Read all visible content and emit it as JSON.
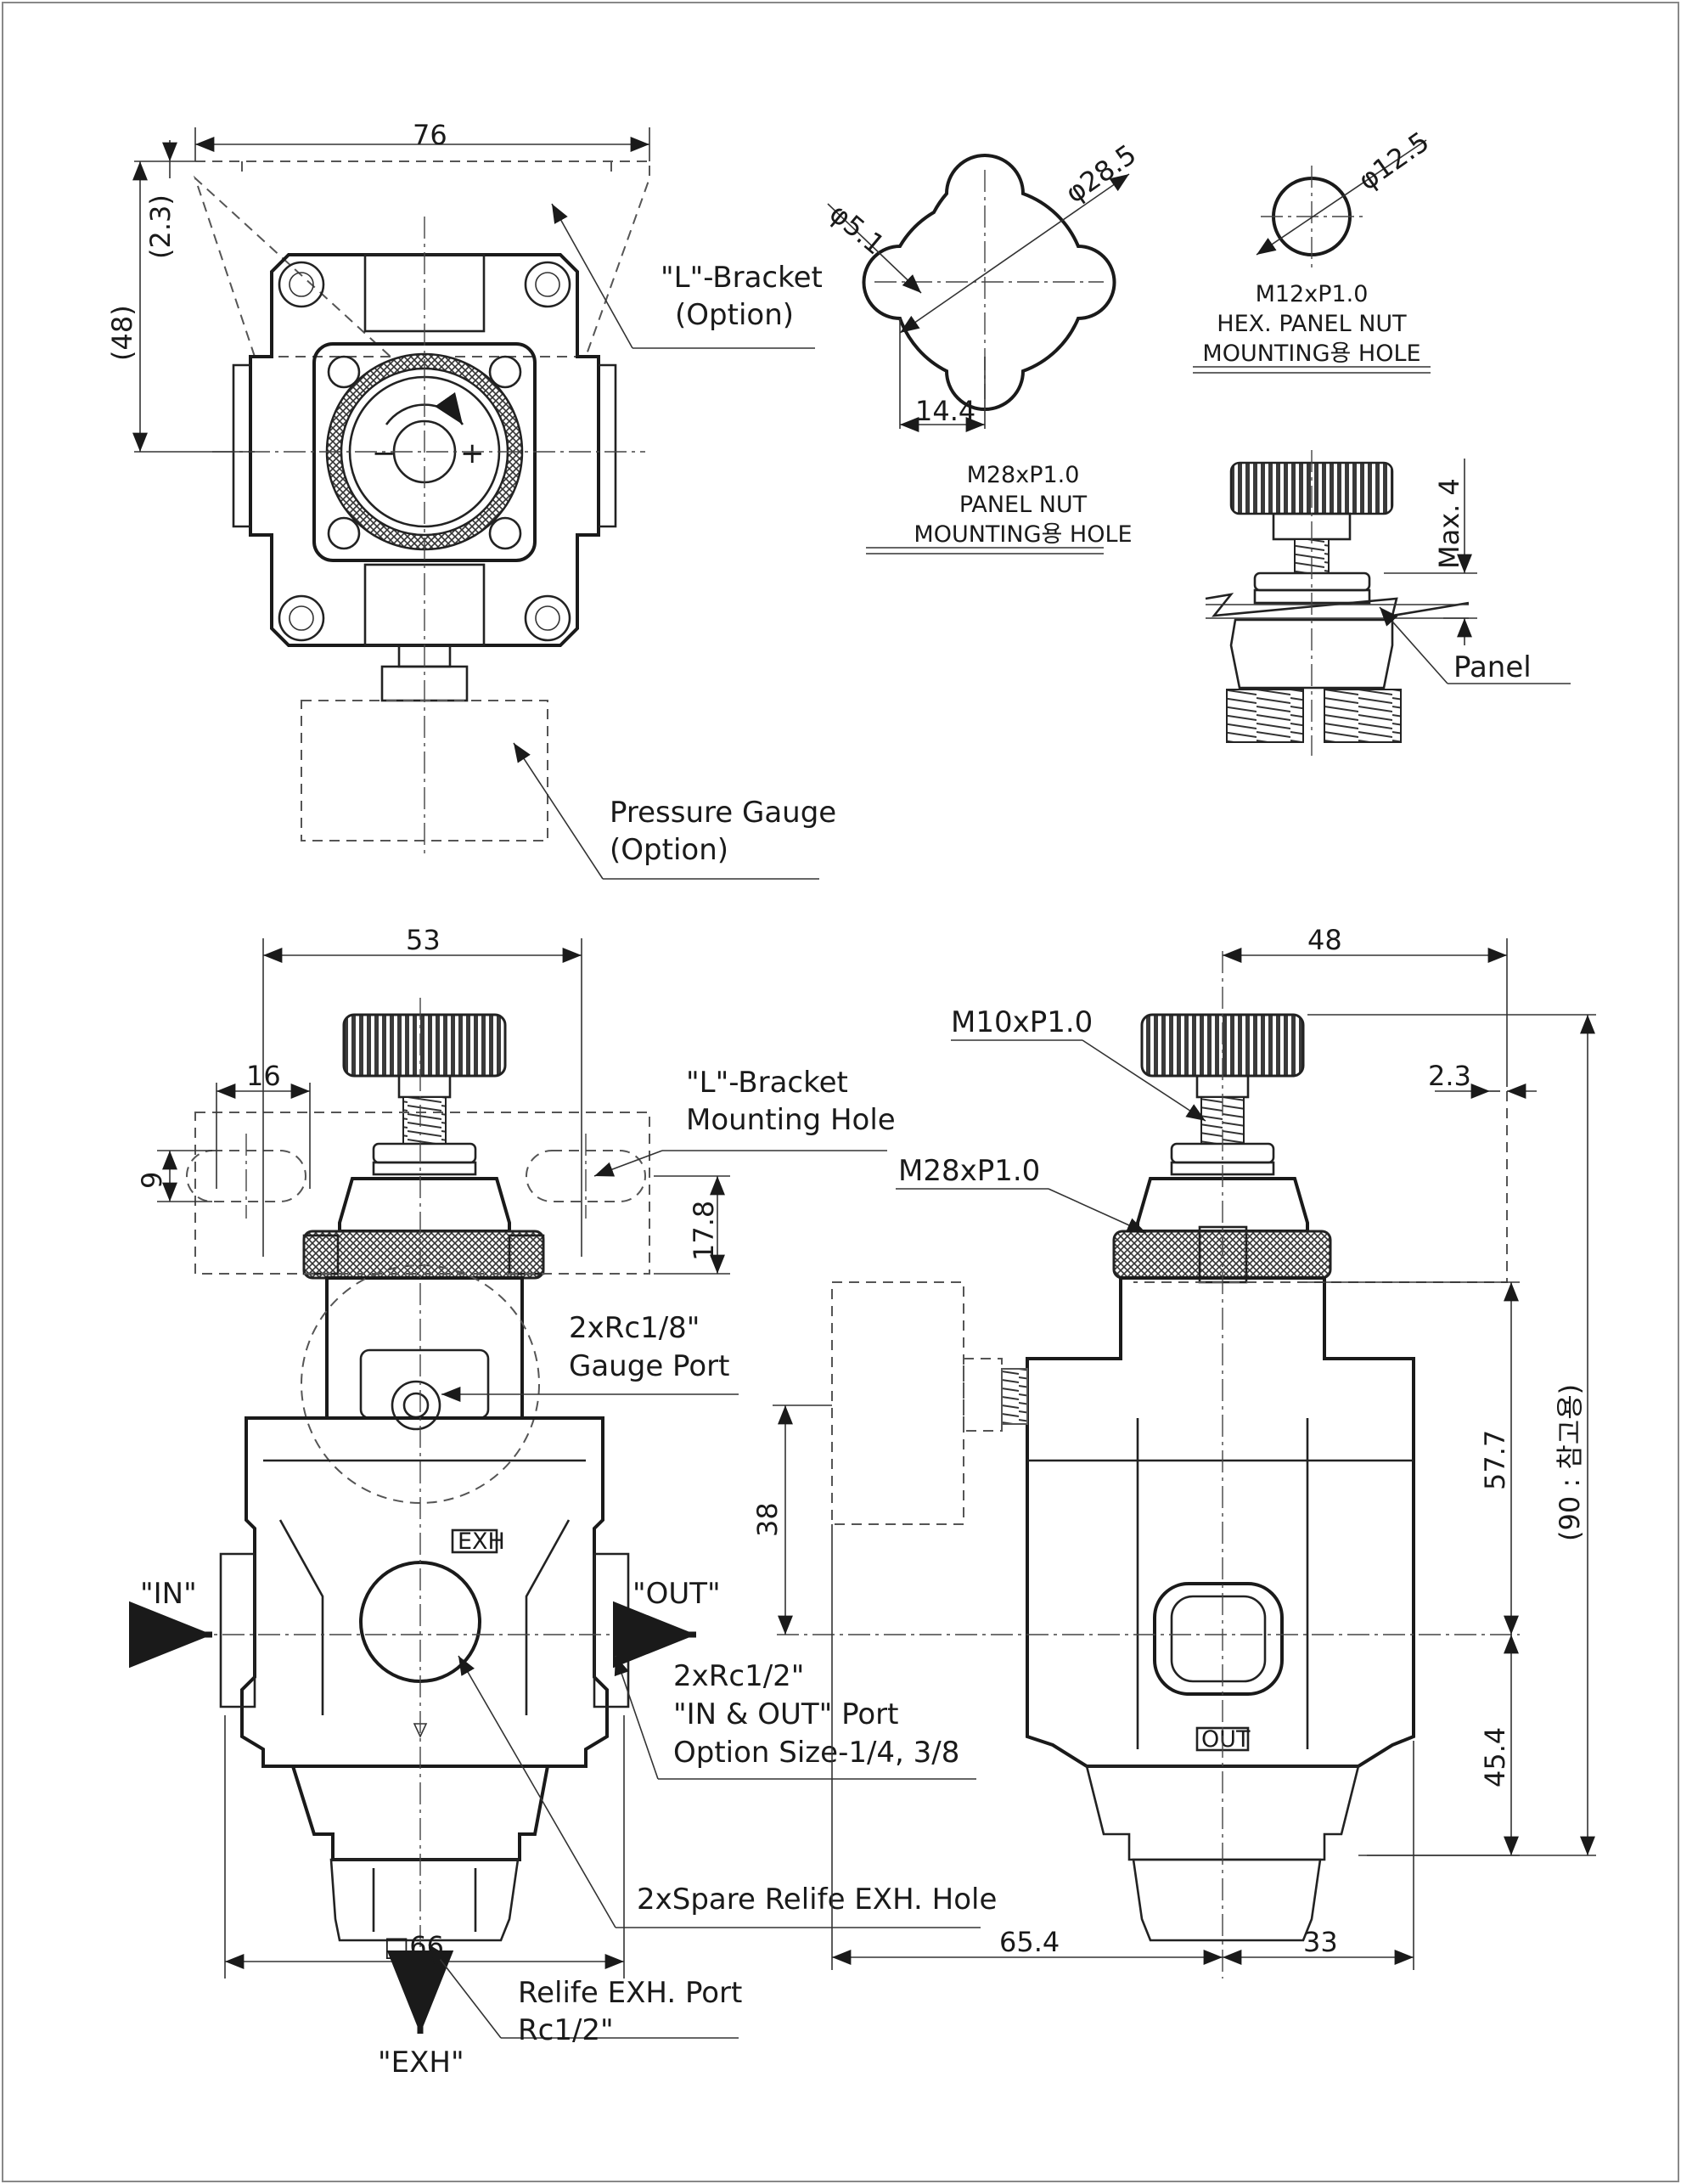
{
  "top_view": {
    "dim_width": "76",
    "dim_offset": "(2.3)",
    "dim_height": "(48)",
    "callout_bracket_line1": "\"L\"-Bracket",
    "callout_bracket_line2": "(Option)",
    "callout_gauge_line1": "Pressure Gauge",
    "callout_gauge_line2": "(Option)"
  },
  "panel_hole_m28": {
    "dim_slot": "φ5.1",
    "dim_dia": "φ28.5",
    "dim_width": "14.4",
    "line1": "M28xP1.0",
    "line2": "PANEL NUT",
    "line3": "MOUNTING용 HOLE"
  },
  "panel_hole_m12": {
    "dim_dia": "φ12.5",
    "line1": "M12xP1.0",
    "line2": "HEX. PANEL NUT",
    "line3": "MOUNTING용 HOLE"
  },
  "panel_detail": {
    "dim_max": "Max. 4",
    "label_panel": "Panel"
  },
  "front_view": {
    "dim_53": "53",
    "dim_16": "16",
    "dim_9": "9",
    "dim_17_8": "17.8",
    "dim_66": "□66",
    "callout_slot_line1": "\"L\"-Bracket",
    "callout_slot_line2": "Mounting Hole",
    "callout_gauge_port_line1": "2xRc1/8\"",
    "callout_gauge_port_line2": "Gauge Port",
    "callout_inout_line1": "2xRc1/2\"",
    "callout_inout_line2": "\"IN & OUT\" Port",
    "callout_inout_line3": "Option Size-1/4, 3/8",
    "callout_spare": "2xSpare Relife EXH. Hole",
    "callout_exh_line1": "Relife EXH. Port",
    "callout_exh_line2": "Rc1/2\"",
    "label_in": "\"IN\"",
    "label_out": "\"OUT\"",
    "label_exh": "\"EXH\"",
    "body_mark": "EXH"
  },
  "side_view": {
    "dim_48": "48",
    "dim_2_3": "2.3",
    "dim_38": "38",
    "dim_57_7": "57.7",
    "dim_45_4": "45.4",
    "dim_90": "(90 : 참고용)",
    "dim_65_4": "65.4",
    "dim_33": "33",
    "callout_m10": "M10xP1.0",
    "callout_m28": "M28xP1.0",
    "body_mark": "OUT"
  }
}
